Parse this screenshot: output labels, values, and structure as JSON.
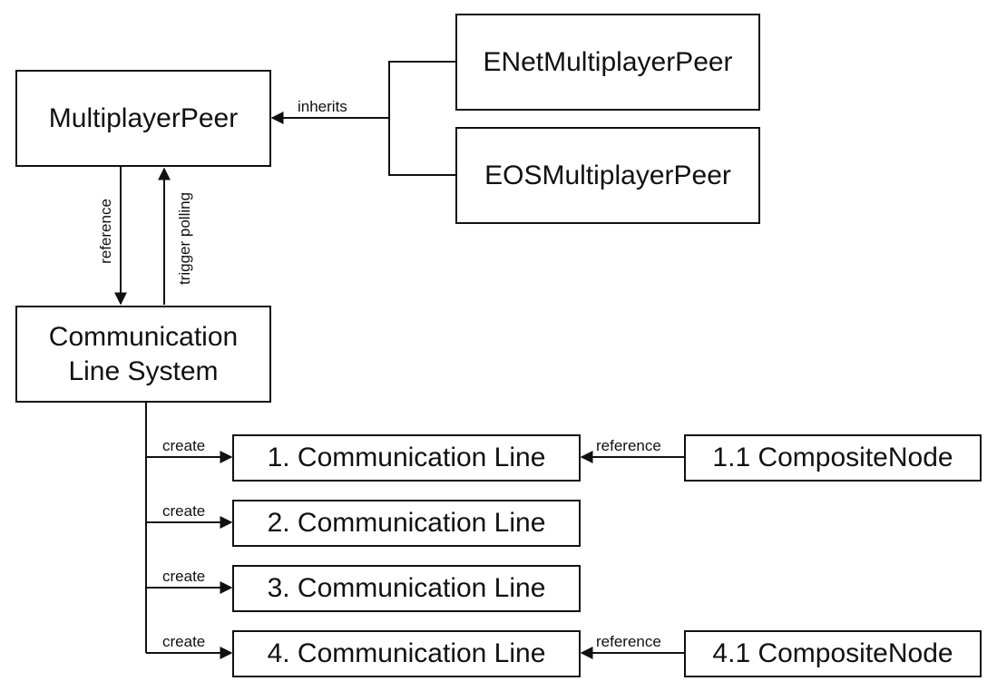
{
  "nodes": {
    "multiplayer_peer": "MultiplayerPeer",
    "enet_peer": "ENetMultiplayerPeer",
    "eos_peer": "EOSMultiplayerPeer",
    "comm_system_line1": "Communication",
    "comm_system_line2": "Line System",
    "line1": "1. Communication Line",
    "line2": "2. Communication Line",
    "line3": "3. Communication Line",
    "line4": "4. Communication Line",
    "composite1": "1.1 CompositeNode",
    "composite4": "4.1 CompositeNode"
  },
  "edges": {
    "inherits": "inherits",
    "reference_down": "reference",
    "trigger_polling": "trigger polling",
    "create1": "create",
    "create2": "create",
    "create3": "create",
    "create4": "create",
    "reference1": "reference",
    "reference4": "reference"
  },
  "colors": {
    "stroke": "#111111",
    "background": "#ffffff"
  }
}
